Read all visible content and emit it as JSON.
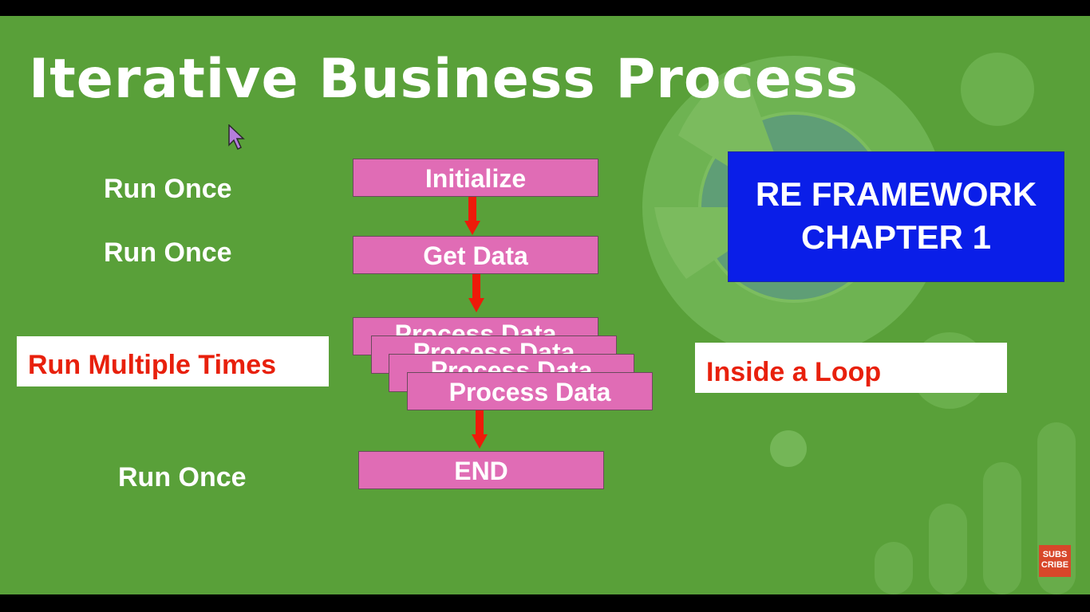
{
  "slide": {
    "title": "Iterative Business Process",
    "labels": {
      "run_once_1": "Run Once",
      "run_once_2": "Run Once",
      "run_multiple": "Run Multiple Times",
      "run_once_3": "Run Once",
      "inside_loop": "Inside a Loop"
    },
    "steps": {
      "initialize": "Initialize",
      "get_data": "Get Data",
      "process_data_1": "Process Data",
      "process_data_2": "Process Data",
      "process_data_3": "Process Data",
      "process_data_4": "Process Data",
      "end": "END"
    },
    "badge": {
      "line1": "RE FRAMEWORK",
      "line2": "CHAPTER 1"
    },
    "subscribe": {
      "line1": "SUBS",
      "line2": "CRIBE"
    }
  },
  "colors": {
    "background": "#59a039",
    "step_fill": "#e06cb5",
    "arrow": "#ee1a0a",
    "badge": "#0a1ee8",
    "highlight_text": "#e8200c"
  }
}
